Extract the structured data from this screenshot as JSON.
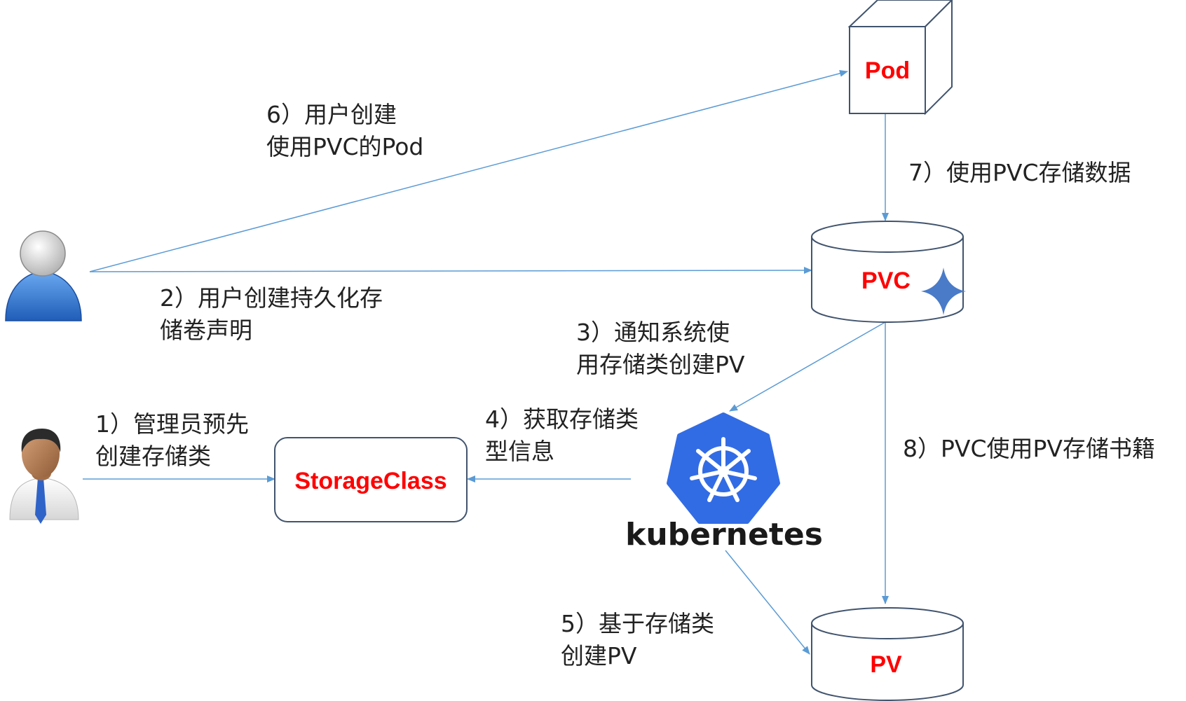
{
  "colors": {
    "arrow": "#5b9bd5",
    "node_outline": "#41546e",
    "node_text": "#ff0000",
    "k8s_blue": "#326ce5"
  },
  "nodes": {
    "pod": "Pod",
    "pvc": "PVC",
    "pv": "PV",
    "storageclass": "StorageClass",
    "kubernetes": "kubernetes"
  },
  "actors": {
    "user": "user-icon",
    "admin": "admin-icon"
  },
  "steps": [
    {
      "id": 1,
      "lines": [
        "1）管理员预先",
        "创建存储类"
      ]
    },
    {
      "id": 2,
      "lines": [
        "2）用户创建持久化存",
        "储卷声明"
      ]
    },
    {
      "id": 3,
      "lines": [
        "3）通知系统使",
        "用存储类创建PV"
      ]
    },
    {
      "id": 4,
      "lines": [
        "4）获取存储类",
        "型信息"
      ]
    },
    {
      "id": 5,
      "lines": [
        "5）基于存储类",
        "创建PV"
      ]
    },
    {
      "id": 6,
      "lines": [
        "6）用户创建",
        "使用PVC的Pod"
      ]
    },
    {
      "id": 7,
      "lines": [
        "7）使用PVC存储数据"
      ]
    },
    {
      "id": 8,
      "lines": [
        "8）PVC使用PV存储书籍"
      ]
    }
  ]
}
